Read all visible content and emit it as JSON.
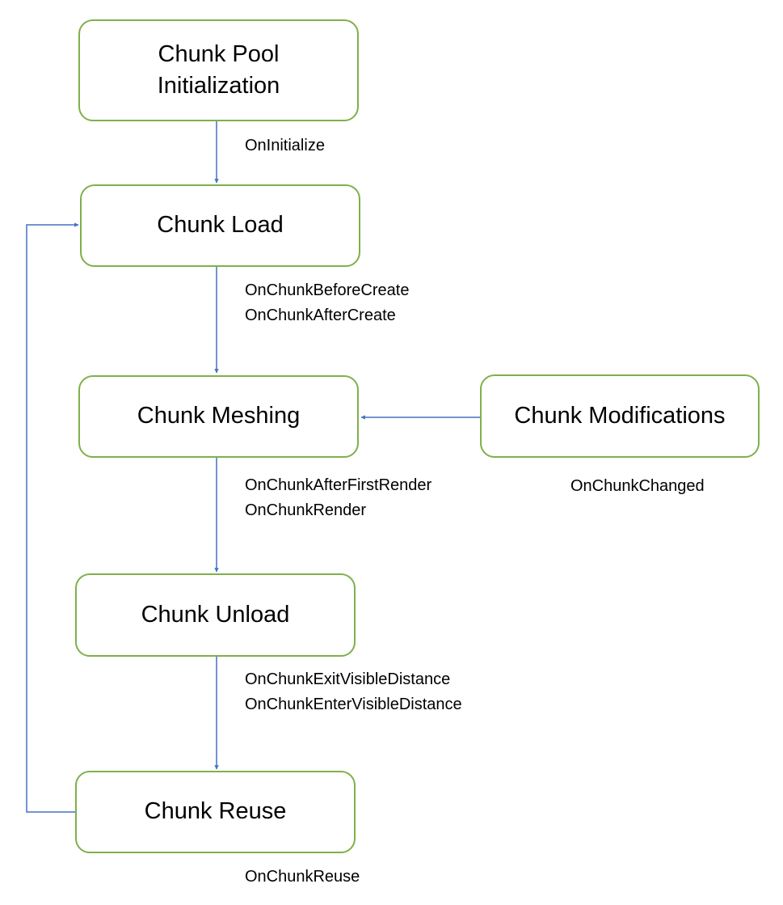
{
  "diagram": {
    "colors": {
      "node_border": "#7fb04a",
      "arrow": "#4472c4",
      "text": "#000000"
    },
    "nodes": {
      "pool_init": "Chunk Pool\nInitialization",
      "load": "Chunk Load",
      "meshing": "Chunk Meshing",
      "modifications": "Chunk Modifications",
      "unload": "Chunk Unload",
      "reuse": "Chunk Reuse"
    },
    "labels": {
      "on_initialize": "OnInitialize",
      "load_to_meshing": "OnChunkBeforeCreate\nOnChunkAfterCreate",
      "meshing_to_unload": "OnChunkAfterFirstRender\nOnChunkRender",
      "on_chunk_changed": "OnChunkChanged",
      "unload_to_reuse": "OnChunkExitVisibleDistance\nOnChunkEnterVisibleDistance",
      "on_chunk_reuse": "OnChunkReuse"
    }
  }
}
